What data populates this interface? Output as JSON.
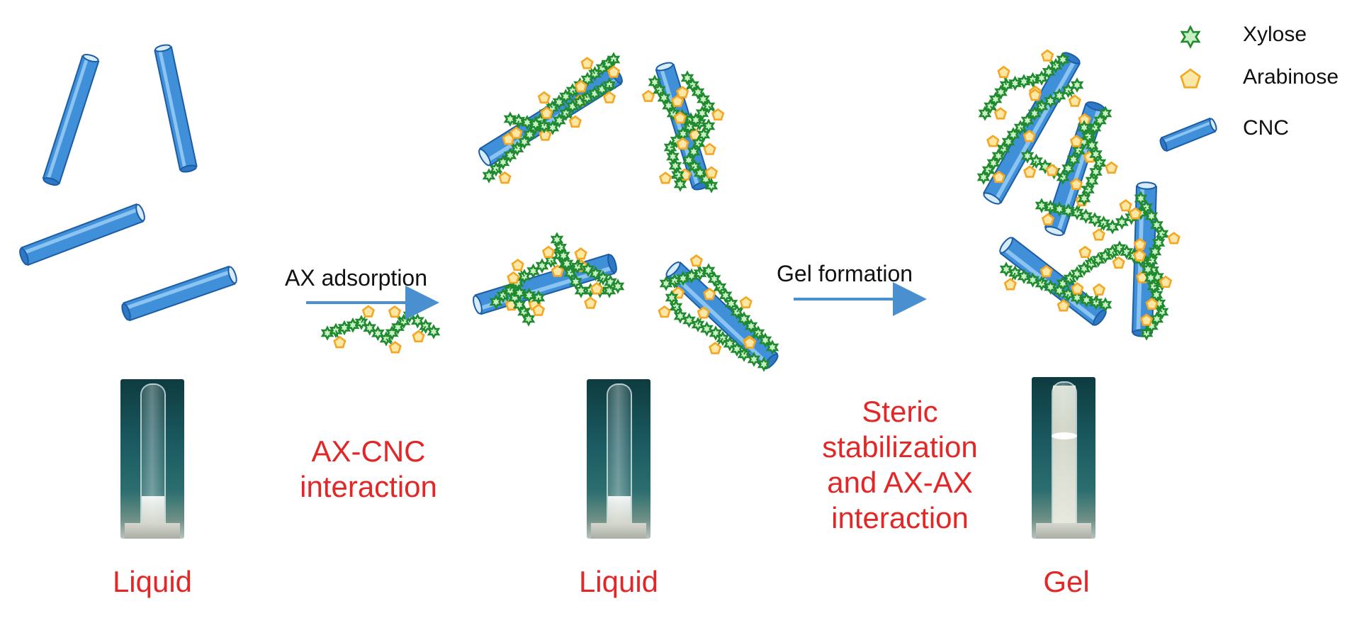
{
  "legend": {
    "xylose": "Xylose",
    "arabinose": "Arabinose",
    "cnc": "CNC"
  },
  "colors": {
    "cnc_blue": "#3f8fd9",
    "xylose_green": "#1f8a2e",
    "arabinose_orange": "#f5a623",
    "arrow_blue": "#4a90d0",
    "label_red": "#e32626"
  },
  "arrows": {
    "adsorption": "AX adsorption",
    "gel_formation": "Gel formation"
  },
  "mechanisms": {
    "ax_cnc": [
      "AX-CNC",
      "interaction"
    ],
    "steric": [
      "Steric",
      "stabilization",
      "and AX-AX",
      "interaction"
    ]
  },
  "states": {
    "first": "Liquid",
    "second": "Liquid",
    "third": "Gel"
  }
}
